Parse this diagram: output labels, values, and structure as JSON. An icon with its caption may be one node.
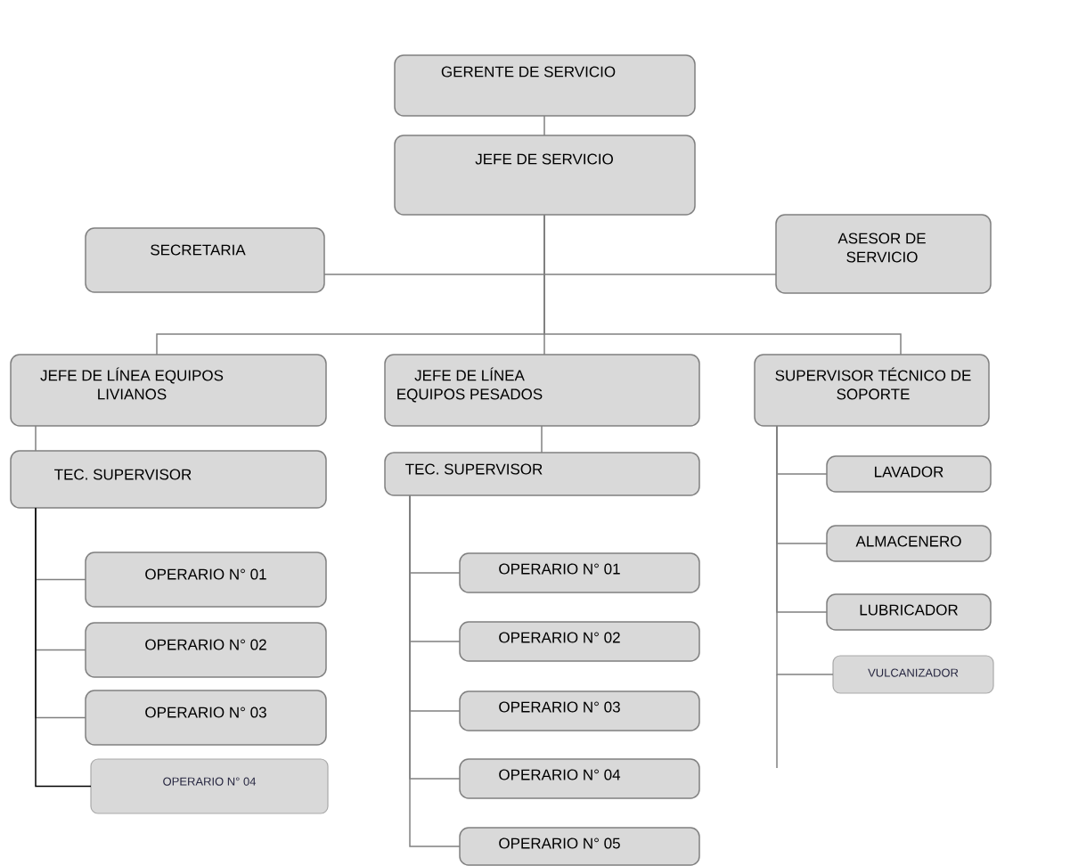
{
  "diagram": {
    "nodes": [
      {
        "text": [
          "GERENTE DE SERVICIO"
        ]
      },
      {
        "text": [
          "JEFE DE SERVICIO"
        ]
      },
      {
        "text": [
          "SECRETARIA"
        ]
      },
      {
        "text": [
          "ASESOR DE SERVICIO"
        ]
      },
      {
        "text": [
          "JEFE DE LÍNEA EQUIPOS LIVIANOS"
        ]
      },
      {
        "text": [
          "JEFE DE LÍNEA EQUIPOS PESADOS"
        ]
      },
      {
        "text": [
          "SUPERVISOR TÉCNICO DE SOPORTE"
        ]
      },
      {
        "text": [
          "TEC. SUPERVISOR"
        ]
      },
      {
        "text": [
          "OPERARIO N° 01"
        ]
      },
      {
        "text": [
          "OPERARIO N° 02"
        ]
      },
      {
        "text": [
          "OPERARIO N° 03"
        ]
      },
      {
        "text": [
          "OPERARIO N° 04"
        ]
      },
      {
        "text": [
          "TEC. SUPERVISOR"
        ]
      },
      {
        "text": [
          "OPERARIO N° 01"
        ]
      },
      {
        "text": [
          "OPERARIO N° 02"
        ]
      },
      {
        "text": [
          "OPERARIO N° 03"
        ]
      },
      {
        "text": [
          "OPERARIO N° 04"
        ]
      },
      {
        "text": [
          "OPERARIO N° 05"
        ]
      },
      {
        "text": [
          "LAVADOR"
        ]
      },
      {
        "text": [
          "ALMACENERO"
        ]
      },
      {
        "text": [
          "LUBRICADOR"
        ]
      },
      {
        "text": [
          "VULCANIZADOR"
        ]
      }
    ],
    "edges": [
      {
        "from": 0,
        "to": 1,
        "arrow": "none"
      },
      {
        "from": 1,
        "to": 2,
        "arrow": "none"
      },
      {
        "from": 1,
        "to": 3,
        "arrow": "none"
      },
      {
        "from": 1,
        "to": 4,
        "arrow": "none"
      },
      {
        "from": 1,
        "to": 5,
        "arrow": "none"
      },
      {
        "from": 1,
        "to": 6,
        "arrow": "none"
      },
      {
        "from": 4,
        "to": 7,
        "arrow": "none"
      },
      {
        "from": 7,
        "to": 8,
        "arrow": "none"
      },
      {
        "from": 7,
        "to": 9,
        "arrow": "none"
      },
      {
        "from": 7,
        "to": 10,
        "arrow": "none"
      },
      {
        "from": 7,
        "to": 11,
        "arrow": "none",
        "color": "#000000"
      },
      {
        "from": 5,
        "to": 12,
        "arrow": "none"
      },
      {
        "from": 12,
        "to": 13,
        "arrow": "none"
      },
      {
        "from": 12,
        "to": 14,
        "arrow": "none"
      },
      {
        "from": 12,
        "to": 15,
        "arrow": "none"
      },
      {
        "from": 12,
        "to": 16,
        "arrow": "none"
      },
      {
        "from": 12,
        "to": 17,
        "arrow": "none"
      },
      {
        "from": 6,
        "to": 18,
        "arrow": "none"
      },
      {
        "from": 6,
        "to": 19,
        "arrow": "none"
      },
      {
        "from": 6,
        "to": 20,
        "arrow": "none"
      },
      {
        "from": 6,
        "to": 21,
        "arrow": "none"
      }
    ]
  }
}
